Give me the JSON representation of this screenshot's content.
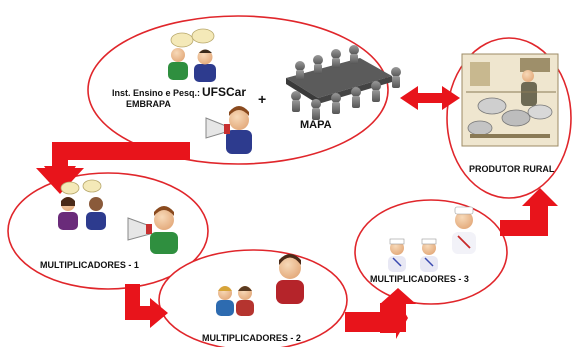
{
  "diagram": {
    "top": {
      "inst_line1": "Inst. Ensino e Pesq.:",
      "ufscar": "UFSCar",
      "embrapa": "EMBRAPA",
      "plus": "+",
      "mapa": "MAPA"
    },
    "produtor": {
      "label": "PRODUTOR RURAL"
    },
    "mult1": {
      "label": "MULTIPLICADORES - 1"
    },
    "mult2": {
      "label": "MULTIPLICADORES - 2"
    },
    "mult3": {
      "label": "MULTIPLICADORES - 3"
    }
  },
  "colors": {
    "ellipse_stroke": "#e0262b",
    "arrow_red": "#e8141b",
    "gray_figure": "#6e6e6e"
  },
  "icons": [
    "people-talking-icon",
    "megaphone-person-icon",
    "meeting-table-icon",
    "farm-scene-icon",
    "nurse-icon",
    "person-icon",
    "double-arrow-icon"
  ]
}
